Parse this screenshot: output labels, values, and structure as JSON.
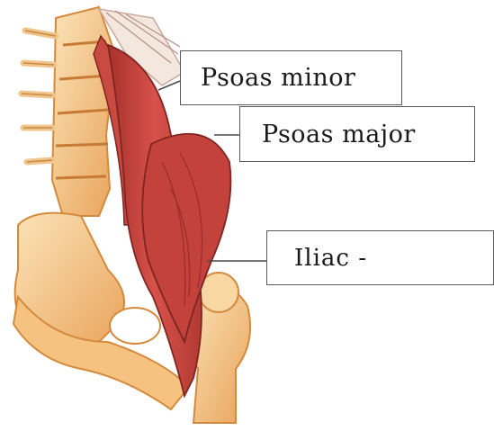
{
  "labels": {
    "psoas_minor": "Psoas minor",
    "psoas_major": "Psoas major",
    "iliac": "Iliac -"
  },
  "colors": {
    "muscle": "#c0403a",
    "muscle_dark": "#8f2a27",
    "bone": "#f2b36a",
    "bone_light": "#fbe1b4",
    "leader_line": "#4a4a4a",
    "label_border": "#5a5a5a"
  }
}
